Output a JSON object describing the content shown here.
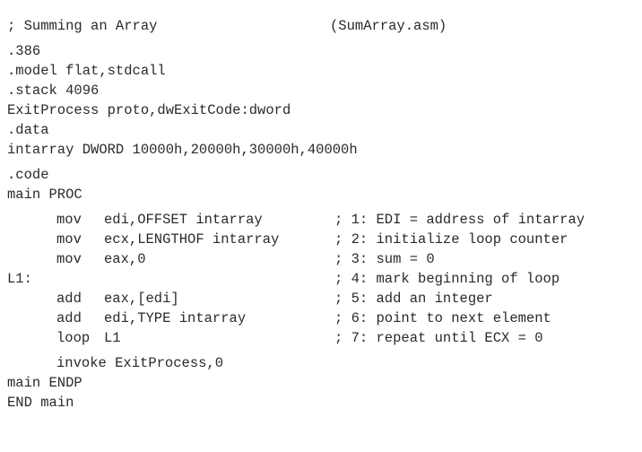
{
  "listing": {
    "title_comment": "; Summing an Array",
    "file_name": "(SumArray.asm)",
    "header_lines": [
      ".386",
      ".model flat,stdcall",
      ".stack 4096",
      "ExitProcess proto,dwExitCode:dword",
      ".data",
      "intarray DWORD 10000h,20000h,30000h,40000h"
    ],
    "code_directive": ".code",
    "proc_start": "main PROC",
    "instructions": [
      {
        "label": "",
        "mnemonic": "mov",
        "operands": "edi,OFFSET intarray",
        "comment": "; 1: EDI = address of intarray"
      },
      {
        "label": "",
        "mnemonic": "mov",
        "operands": "ecx,LENGTHOF intarray",
        "comment": "; 2: initialize loop counter"
      },
      {
        "label": "",
        "mnemonic": "mov",
        "operands": "eax,0",
        "comment": "; 3: sum = 0"
      },
      {
        "label": "L1:",
        "mnemonic": "",
        "operands": "",
        "comment": "; 4: mark beginning of loop"
      },
      {
        "label": "",
        "mnemonic": "add",
        "operands": "eax,[edi]",
        "comment": "; 5: add an integer"
      },
      {
        "label": "",
        "mnemonic": "add",
        "operands": "edi,TYPE intarray",
        "comment": "; 6: point to next element"
      },
      {
        "label": "",
        "mnemonic": "loop",
        "operands": "L1",
        "comment": "; 7: repeat until ECX = 0"
      }
    ],
    "invoke_line": "invoke ExitProcess,0",
    "proc_end": "main ENDP",
    "end_line": "END main"
  }
}
